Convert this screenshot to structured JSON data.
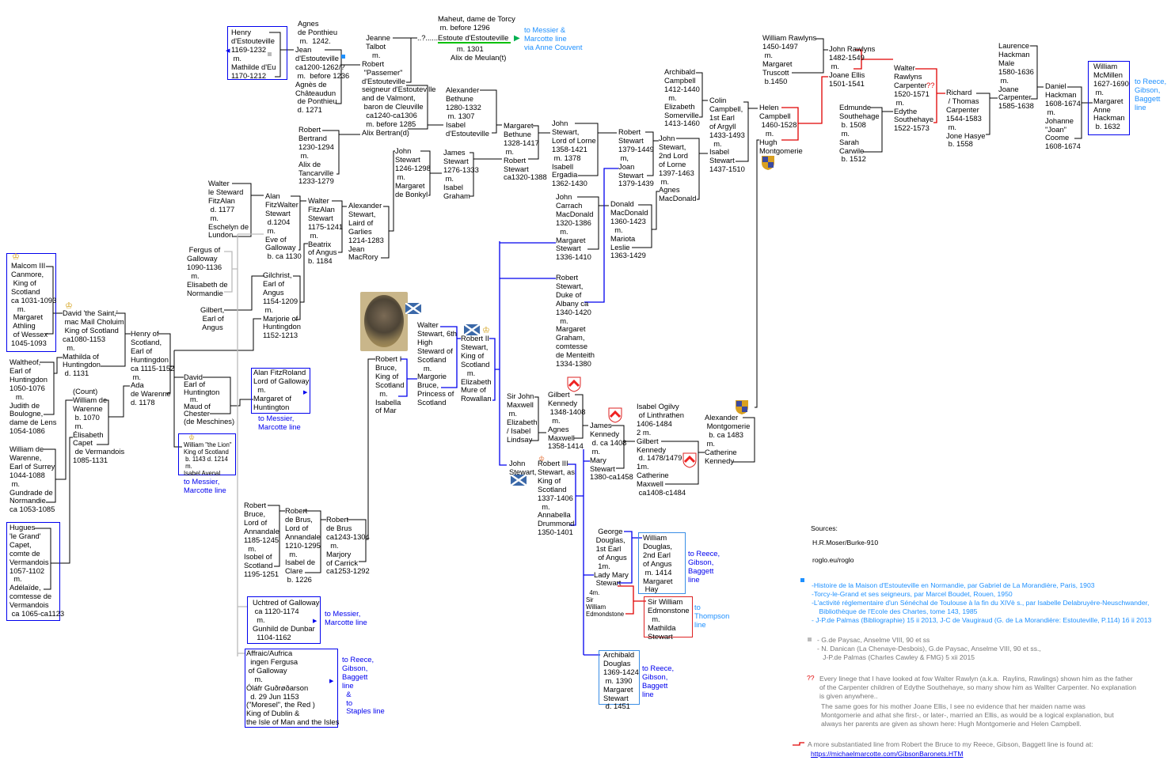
{
  "people": {
    "henry": "Henry\nd'Estouteville\n1169-1232\n m.\nMathilde d'Eu\n1170-1212",
    "agnes": "Agnes\nde Ponthieu\n m.  1242.",
    "jean": "Jean\nd'Estouteville\nca1200-1262/?\n m.  before 1236\nAgnès de\nChâteaudun\n de Ponthieu\n d. 1271",
    "jeanne": "  Jeanne\n  Talbot\n     m.\nRobert\n \"Passemer\"\nd'Estouteville\nseigneur d'Estouteville\nand de Valmont,\n baron de Cleuville\n  ca1240-ca1306\n  m. before 1285\nAlix Bertran(d)",
    "maheut": "Maheut, dame de Torcy\n m. before 1296",
    "estoute": "Estoute d'Estouteville",
    "estoute_m": "   m. 1301\nAlix de Meulan(t)",
    "dots": "..?......",
    "robert_bertrand": "Robert\nBertrand\n1230-1294\n m.\nAlix de\nTancarville\n1233-1279",
    "alexander_bethune": "Alexander\nBethune\n1280-1332\n m. 1307\nIsabel\nd'Estouteville",
    "margaret_bethune": "Margaret\nBethune\n1328-1417\n m.\nRobert\nStewart\nca1320-1388",
    "john_lorne": "John\nStewart,\nLord of Lorne\n1358-1421\n m. 1378\nIsabell\nErgadia\n1362-1430",
    "robert_stewart_1379": "Robert\nStewart\n1379-1449\n m,\nJoan\nStewart\n1379-1439",
    "john_2nd_lorne": "John\nStewart,\n2nd Lord\nof Lorne\n1397-1463\n m.\nAgnes\nMacDonald",
    "archibald_campbell": "Archibald\nCampbell\n1412-1440\n  m.\nElizabeth\nSomerville\n1413-1460",
    "colin_campbell": "Colin\nCampbell,\n1st Earl\nof Argyll\n1433-1493\n  m.\nIsabel\nStewart\n1437-1510",
    "helen_campbell": "Helen\nCampbell\n 1460-1528\n   m.\nHugh\nMontgomerie",
    "william_rawlyns": "William Rawlyns\n1450-1497\n m.\nMargaret\nTruscott\n b.1450",
    "john_rawlyns": "John Rawlyns\n1482-1549\n m.\nJoane Ellis\n1501-1541",
    "edmunde": "Edmunde\nSouthehage\n b. 1508\n m.\nSarah\nCarwile\n b. 1512",
    "walter_rawlyns": "Walter\nRawlyns\nCarpenter\n1520-1571\n m.\nEdythe\nSouthehaye\n1522-1573",
    "walter_rawlyns_q": "??",
    "richard": "Richard\n / Thomas\nCarpenter\n1544-1583\n m.\nJone Hasye\n b. 1558",
    "laurence": "Laurence\nHackman\nMale\n1580-1636\n m.\nJoane\nCarpenter\n1585-1638",
    "daniel": "Daniel\nHackman\n1608-1674\n m.\nJohanne\n\"Joan\"\nCoome\n1608-1674",
    "william_mcmillen": "William\nMcMillen\n1627-1690\n m.\nMargaret\nAnne\nHackman\n b. 1632",
    "walter_le_steward": "Walter\nle Steward\nFitzAlan\n d. 1177\n m.\nEschelyn de\nLundon",
    "alan_fitzwalter": "Alan\nFitzWalter\nStewart\n d.1204\n m.\nEve of\nGalloway\n b. ca 1130",
    "walter_fitzalan": "Walter\nFitzAlan\nStewart\n1175-1241\n m.\nBeatrix\nof Angus\nb. 1184",
    "alexander_stewart": "Alexander\nStewart,\nLaird of\nGarlies\n1214-1283\nJean\nMacRory",
    "john_stewart_1246": "John\nStewart\n1246-1298\n m.\nMargaret\nde Bonkyl",
    "james_stewart": "James\nStewart\n1276-1333\n m.\nIsabel\nGraham",
    "fergus": " Fergus of\nGalloway\n1090-1136\n  m.\nElisabeth de\nNormandie",
    "gilchrist": "Gilchrist,\nEarl of\nAngus\n1154-1209\n m.\nMarjorie of\nHuntingdon\n1152-1213",
    "gilbert_angus": "Gilbert,\n Earl of\n Angus",
    "malcolm": "Malcom III\nCanmore,\n King of\nScotland\nca 1031-1093\n   m.\n Margaret\n Athling\n of Wessex\n1045-1093",
    "david_saint": "David 'the Saint,'\n mac Maíl Choluim\n King of Scotland\nca1080-1153\n  m.\nMathilda of\nHuntingdon\n d. 1131",
    "henry_scotland": "Henry of\nScotland,\nEarl of\nHuntingdon\nca 1115-1152\n m.\nAda\nde Warenne\nd. 1178",
    "waltheof": "Waltheof,\nEarl of\nHuntingdon\n1050-1076\n   m.\nJudith de\nBoulogne,\ndame de Lens\n1054-1086",
    "count_william": "(Count)\nWilliam de\nWarenne\n b. 1070\n m.\nÉlisabeth\nCapet\n de Vermandois\n1085-1131",
    "william_surrey": "William de\nWarenne,\nEarl of Surrey\n1044-1088\n m.\nGundrade de\nNormandie\nca 1053-1085",
    "hugues": "Hugues\n'le Grand'\nCapet,\ncomte de\nVermandois\n1057-1102\n  m.\nAdélaïde,\ncomtesse de\nVermandois\n ca 1065-ca1123",
    "david_huntington": "David\nEarl of\nHuntington\n   m.\nMaud of\nChester\n(de Meschines)",
    "william_lion": "William \"the Lion\"\nKing of Scotland\n b. 1143 d. 1214\n m.\nIsabel Avenal",
    "alan_fitzroland": "Alan FitzRoland\nLord of Galloway\n  m.\nMargaret of\nHuntington",
    "robert_bruce_annandale": "Robert\nBruce,\nLord of\nAnnandale\n1185-1245\n  m.\nIsobel of\nScotland\n1195-1251",
    "robert_de_brus_1210": "Robert\nde Brus,\nLord of\nAnnandale\n1210-1295\n  m.\nIsabel de\nClare\n b. 1226",
    "robert_de_brus_1243": "Robert\nde Brus\nca1243-1304\n  m.\nMarjory\nof Carrick\nca1253-1292",
    "uchtred": "Uchtred of Galloway\n ca 1120-1174\n  m.\nGunhild de Dunbar\n  1104-1162",
    "affraic": "Affraic/Aufrica\n  ingen Fergusa\n of Galloway\n    m.\nÓláfr Guðrøðarson\n  d. 29 Jun 1153\n(\"Moresel\", the Red )\nKing of Dublin &\nthe Isle of Man and the Isles",
    "robert_i": "Robert I\nBruce,\nKing of\nScotland\n  m.\nIsabella\nof Mar",
    "walter_6th": "Walter\nStewart, 6th\nHigh\nSteward of\nScotland\n   m.\nMargorie\nBruce,\nPrincess of\nScotland",
    "robert_ii": "Robert II\nStewart,\nKing of\nScotland\n   m.\nElizabeth\nMure of\nRowallan",
    "john_carrach": "John\nCarrach\nMacDonald\n1320-1386\n  m.\nMargaret\nStewart\n1336-1410",
    "donald_macdonald": "Donald\nMacDonald\n1360-1423\n  m.\nMariota\nLeslie\n1363-1429",
    "robert_albany": "Robert\nStewart,\nDuke of\nAlbany ca\n1340-1420\n  m.\nMargaret\nGraham,\ncomtesse\nde Menteith\n1334-1380",
    "sir_john_maxwell": "Sir John\nMaxwell\n m.\nElizabeth\n/ Isabel\nLindsay",
    "gilbert_kennedy_1348": "Gilbert\nKennedy\n 1348-1408\n  m.\nAgnes\nMaxwell\n1358-1414",
    "john_stewart_eq": "John\nStewart,",
    "robert_iii": "Robert III\nStewart, as\nKing of\nScotland\n1337-1406\n  m.\nAnnabella\nDrummond\n1350-1401",
    "james_kennedy": "James\nKennedy\n d. ca 1408\n m.\nMary\nStewart\n1380-ca1458",
    "isabel_ogilvy": "Isabel Ogilvy\n of Linthrathen\n1406-1484\n2 m.\nGilbert\nKennedy\n d. 1478/1479\n1m.\nCatherine\nMaxwell\n ca1408-c1484",
    "alexander_montgomerie": "Alexander\n Montgomerie\n  b. ca 1483\n m.\nCatherine\nKennedy",
    "george_douglas": "  George\n Douglas,\n 1st Earl\n  of Angus\n  1m.\nLady Mary\n Stewart",
    "edmondstone_4m": "  4m.\nSir\nWilliam\nEdmondstone",
    "william_douglas": "William\nDouglas,\n2nd Earl\nof Angus\n m. 1414\nMargaret\n Hay",
    "sir_william_edmonstone": "Sir William\nEdmonstone\n  m.\nMathilda\nStewart",
    "archibald_douglas": "Archibald\nDouglas\n1369-1424\n m. 1390\nMargaret\nStewart\n d. 1451"
  },
  "links": {
    "messier_couvent": "to Messier &\nMarcotte line\nvia Anne Couvent",
    "reece_mcmillen": "to Reece,\nGibson,\nBaggett\nline",
    "messier_lion": "to Messier,\nMarcotte line",
    "messier_alan": "to Messier,\nMarcotte line",
    "messier_uchtred": "to Messier,\nMarcotte line",
    "reece_staples": "to Reece,\nGibson,\nBaggett\nline\n  &\n  to\n  Staples line",
    "reece_william_douglas": "to Reece,\nGibson,\nBaggett\nline",
    "thompson": "to\nThompson\nline",
    "reece_archibald": "to Reece,\nGibson,\nBaggett\nline"
  },
  "sources": {
    "title": "Sources:",
    "moser": "H.R.Moser/Burke-910",
    "roglo": "roglo.eu/roglo",
    "blue_refs": "-Histoire de la Maison d'Estouteville en Normandie, par Gabriel de La Morandière, Paris, 1903\n-Torcy-le-Grand et ses seigneurs, par Marcel Boudet, Rouen, 1950\n-L'activité réglementaire d'un Sénéchal de Toulouse à la fin du XIVè s., par Isabelle Delabruyère-Neuschwander,\n    Bibliothèque de l'Ecole des Chartes, tome 143, 1985\n- J-P.de Palmas (Bibliographie) 15 ii 2013, J-C de Vaugiraud (G. de La Morandière: Estouteville, P.114) 16 ii 2013",
    "gray_refs": "- G.de Paysac, Anselme VIII, 90 et ss\n- N. Danican (La Chenaye-Desbois), G.de Paysac, Anselme VIII, 90 et ss.,\n   J-P.de Palmas (Charles Cawley & FMG) 5 xii 2015",
    "qq": "??",
    "note1": "Every linege that I have looked at fow Walter Rawlyn (a.k.a.  Raylins, Rawlings) shown him as the father\nof the Carpenter children of Edythe Southehaye, so many show him as Wallter Carpenter. No explanation\nis given anywhere..",
    "note2": "The same goes for his mother Joane Ellis, I see no evidence that her maiden name was\nMontgomerie and athat she first-, or later-, married an Ellis, as would be a logical explanation, but\nalways her parents are given as shown here: Hugh Montgomerie and Helen Campbell.",
    "bruce_note": "A more substantiated line from Robert the Bruce to my Reece, Gibson, Baggett line is found at:",
    "bruce_link": "https://michaelmarcotte.com/GibsonBaronets.HTM"
  },
  "colors": {
    "link": "#0000ee",
    "link_light": "#1e90ff",
    "line_blue": "#0000ee",
    "line_red": "#e00000",
    "line_gray": "#bbbbbb",
    "estoute_underline": "#00c000"
  }
}
